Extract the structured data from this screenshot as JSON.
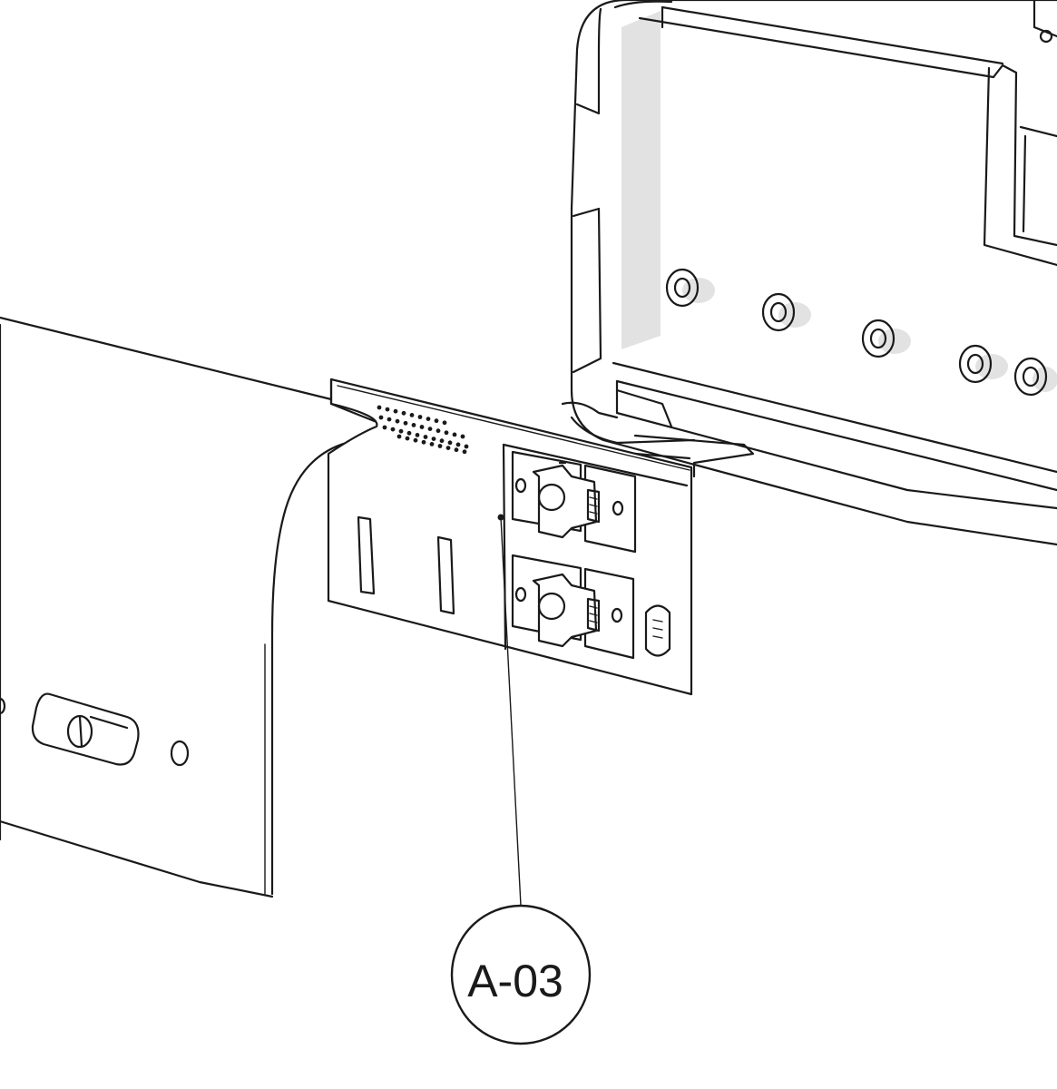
{
  "diagram": {
    "callouts": [
      {
        "id": "callout-a03",
        "label": "A-03"
      }
    ],
    "parts": [
      "unit-housing",
      "side-panel",
      "control-board",
      "push-button",
      "connector-header",
      "screw",
      "mounting-slot"
    ]
  }
}
